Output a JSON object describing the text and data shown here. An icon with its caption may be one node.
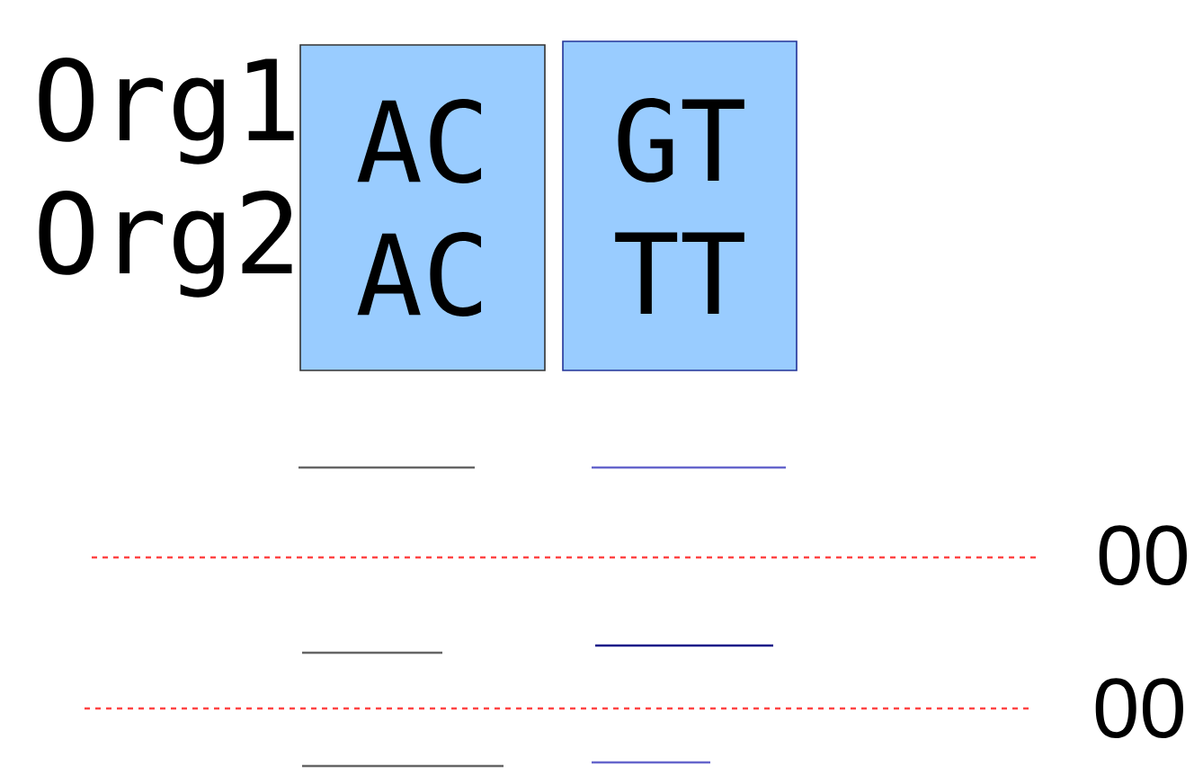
{
  "diagram": {
    "nodes": [
      {
        "text": [
          "AC",
          "AC"
        ]
      },
      {
        "text": [
          "GT",
          "TT"
        ]
      }
    ],
    "labels": [
      "Org1",
      "Org2",
      "00",
      "00"
    ]
  }
}
